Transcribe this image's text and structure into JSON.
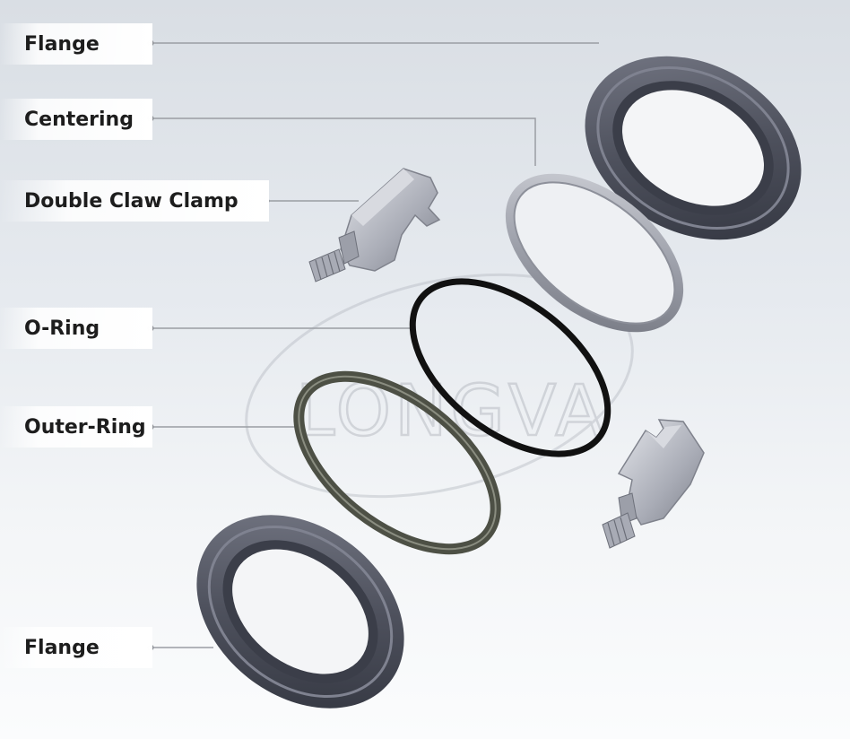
{
  "labels": {
    "flange_top": "Flange",
    "centering": "Centering",
    "double_claw_clamp": "Double Claw Clamp",
    "o_ring": "O-Ring",
    "outer_ring": "Outer-Ring",
    "flange_bottom": "Flange"
  },
  "watermark": "LONGVA",
  "colors": {
    "flange": "#5b5e6b",
    "flange_dark": "#3a3d48",
    "centering": "#a6a9b3",
    "o_ring": "#111111",
    "outer_ring": "#4d5045",
    "clamp": "#b9bcc6",
    "leader": "#9a9da3"
  }
}
